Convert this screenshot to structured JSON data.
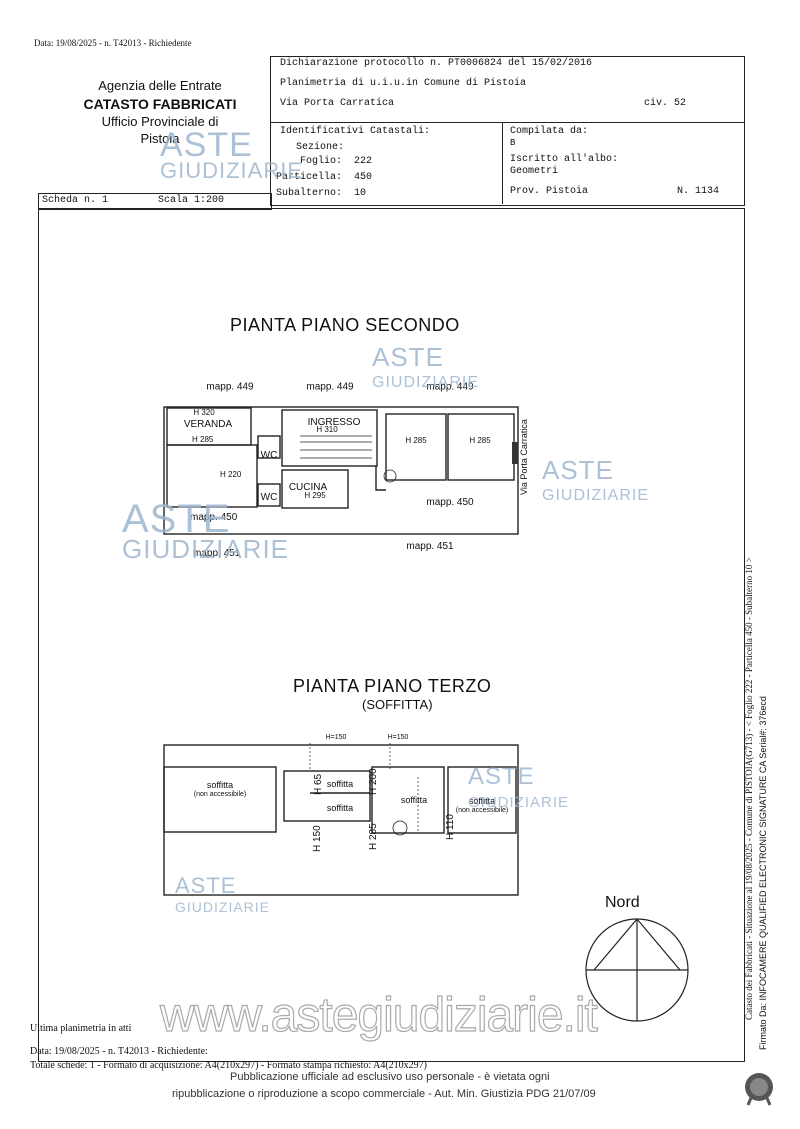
{
  "top_line": "Data: 19/08/2025 - n. T42013 - Richiedente",
  "agency": {
    "line1": "Agenzia delle Entrate",
    "line2": "CATASTO FABBRICATI",
    "line3": "Ufficio Provinciale di",
    "line4": "Pistoia"
  },
  "header": {
    "dichiarazione": "Dichiarazione protocollo n. PT0006824 del 15/02/2016",
    "planimetria": "Planimetria di u.i.u.in Comune di Pistoia",
    "via": "Via Porta Carratica",
    "civ": "civ. 52",
    "identificativi": "Identificativi Catastali:",
    "sezione": "Sezione:",
    "foglio_label": "Foglio:",
    "foglio": "222",
    "particella_label": "Particella:",
    "particella": "450",
    "subalterno_label": "Subalterno:",
    "subalterno": "10",
    "compilata": "Compilata da:",
    "compilata_val": "B",
    "iscritto": "Iscritto all'albo:",
    "geometri": "Geometri",
    "prov": "Prov. Pistoia",
    "numero": "N. 1134",
    "scheda": "Scheda n. 1",
    "scala": "Scala 1:200"
  },
  "plan1": {
    "title": "PIANTA PIANO SECONDO",
    "mapp_449_a": "mapp. 449",
    "mapp_449_b": "mapp. 449",
    "mapp_449_c": "mapp. 449",
    "veranda": "VERANDA",
    "h320": "H 320",
    "h285a": "H 285",
    "h220": "H 220",
    "wc1": "WC",
    "wc2": "WC",
    "ingresso": "INGRESSO",
    "h310": "H 310",
    "cucina": "CUCINA",
    "h295": "H 295",
    "h285b": "H 285",
    "h285c": "H 285",
    "via_label": "Via Porta Carratica",
    "mapp_450_a": "mapp. 450",
    "mapp_450_b": "mapp. 450",
    "mapp_451_a": "mapp. 451",
    "mapp_451_b": "mapp. 451"
  },
  "plan2": {
    "title": "PIANTA PIANO TERZO",
    "subtitle": "(SOFFITTA)",
    "h150a": "H=150",
    "h150b": "H=150",
    "soffitta1": "soffitta",
    "non_acc1": "(non accessibile)",
    "soffitta2": "soffitta",
    "soffitta3": "soffitta",
    "soffitta4": "soffitta",
    "soffitta5": "soffitta",
    "non_acc2": "(non accessibile)",
    "h65": "H 65",
    "h200": "H 200",
    "h150c": "H 150",
    "h285": "H 285",
    "h110": "H 110"
  },
  "nord": "Nord",
  "watermark": {
    "aste": "ASTE",
    "giudiziarie": "GIUDIZIARIE"
  },
  "website": "www.astegiudiziarie.it",
  "side_text_1": "Catasto dei Fabbricati - Situazione al 19/08/2025 - Comune di PISTOIA(G713) - < Foglio 222 - Particella 450 - Subalterno 10 >",
  "side_text_2": "Firmato Da: INFOCAMERE QUALIFIED ELECTRONIC SIGNATURE CA Serial#: 376ecd",
  "footer": {
    "ultima": "Ultima planimetria in atti",
    "data": "Data: 19/08/2025 - n. T42013 - Richiedente:",
    "totale": "Totale schede: 1 - Formato di acquisizione: A4(210x297) - Formato stampa richiesto: A4(210x297)",
    "pub1": "Pubblicazione ufficiale ad esclusivo uso personale - è vietata ogni",
    "pub2": "ripubblicazione o riproduzione a scopo commerciale - Aut. Min. Giustizia PDG 21/07/09"
  }
}
